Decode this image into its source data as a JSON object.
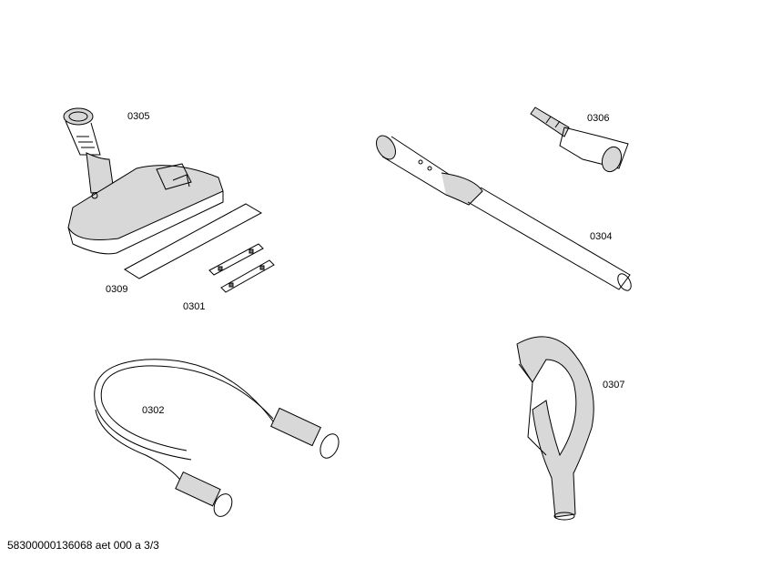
{
  "parts": [
    {
      "id": "floor-nozzle",
      "label": "0305"
    },
    {
      "id": "crevice-tool",
      "label": "0306"
    },
    {
      "id": "telescopic-tube",
      "label": "0304"
    },
    {
      "id": "felt-strip",
      "label": "0309"
    },
    {
      "id": "brush-strips",
      "label": "0301"
    },
    {
      "id": "suction-hose",
      "label": "0302"
    },
    {
      "id": "handle",
      "label": "0307"
    }
  ],
  "footer": "58300000136068 aet 000 a 3/3"
}
